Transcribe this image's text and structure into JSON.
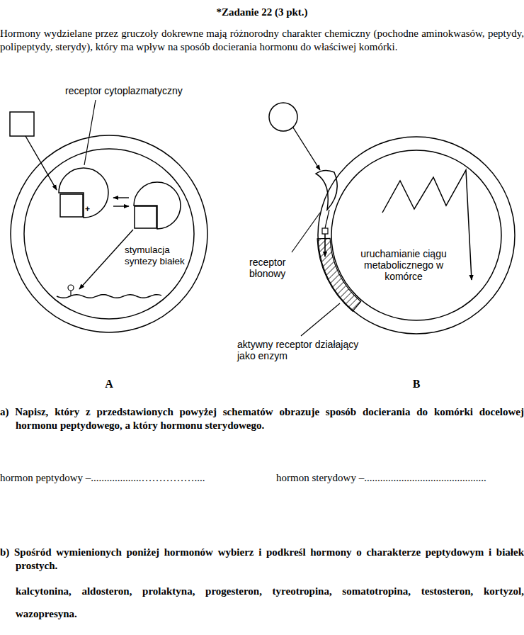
{
  "diagram": {
    "title": "*Zadanie 22 (3 pkt.)",
    "nodes": [
      {
        "text": [
          "stymulacja syntezy białek",
          "A"
        ]
      },
      {
        "text": [
          "uruchamianie ciągu metabolicznego w komórce",
          "B"
        ]
      }
    ],
    "labels": [
      "Hormony wydzielane przez gruczoły dokrewne mają różnorodny charakter chemiczny (pochodne aminokwasów, peptydy, polipeptydy, sterydy), który ma wpływ na sposób docierania hormonu do właściwej komórki.",
      "receptor cytoplazmatyczny",
      "+",
      "receptor błonowy",
      "aktywny receptor działający jako enzym",
      "a) Napisz, który z przedstawionych powyżej schematów obrazuje sposób docierania do komórki docelowej hormonu peptydowego, a który hormonu sterydowego.",
      "hormon peptydowy –...................……………....",
      "hormon sterydowy –..............................................",
      "b) Spośród wymienionych poniżej hormonów wybierz i podkreśl hormony o charakterze peptydowym i białek prostych.",
      "kalcytonina, aldosteron, prolaktyna, progesteron, tyreotropina, somatotropina, testosteron, kortyzol, wazopresyna."
    ]
  }
}
